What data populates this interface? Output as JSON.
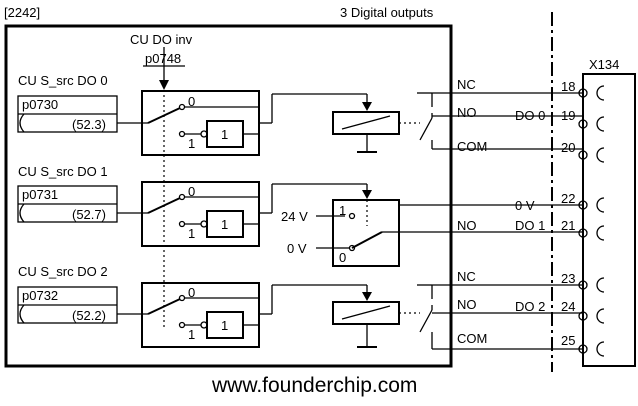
{
  "diagram": {
    "ref": "[2242]",
    "title": "3 Digital outputs",
    "inv": {
      "label": "CU DO inv",
      "param": "p0748"
    },
    "connector": "X134",
    "channels": [
      {
        "src_label": "CU S_src DO 0",
        "param": "p0730",
        "value": "(52.3)",
        "pos0": "0",
        "pos1": "1",
        "gate": "1"
      },
      {
        "src_label": "CU S_src DO 1",
        "param": "p0731",
        "value": "(52.7)",
        "pos0": "0",
        "pos1": "1",
        "gate": "1"
      },
      {
        "src_label": "CU S_src DO 2",
        "param": "p0732",
        "value": "(52.2)",
        "pos0": "0",
        "pos1": "1",
        "gate": "1"
      }
    ],
    "transistor": {
      "v24": "24 V",
      "v0": "0 V",
      "sw1": "1",
      "sw0": "0"
    },
    "terminals": [
      {
        "num": "18",
        "label": "NC",
        "do_label": ""
      },
      {
        "num": "19",
        "label": "NO",
        "do_label": "DO 0"
      },
      {
        "num": "20",
        "label": "COM",
        "do_label": ""
      },
      {
        "num": "22",
        "label": "",
        "do_label": "0 V"
      },
      {
        "num": "21",
        "label": "NO",
        "do_label": "DO 1"
      },
      {
        "num": "23",
        "label": "NC",
        "do_label": ""
      },
      {
        "num": "24",
        "label": "NO",
        "do_label": "DO 2"
      },
      {
        "num": "25",
        "label": "COM",
        "do_label": ""
      }
    ],
    "watermark": "www.founderchip.com"
  }
}
